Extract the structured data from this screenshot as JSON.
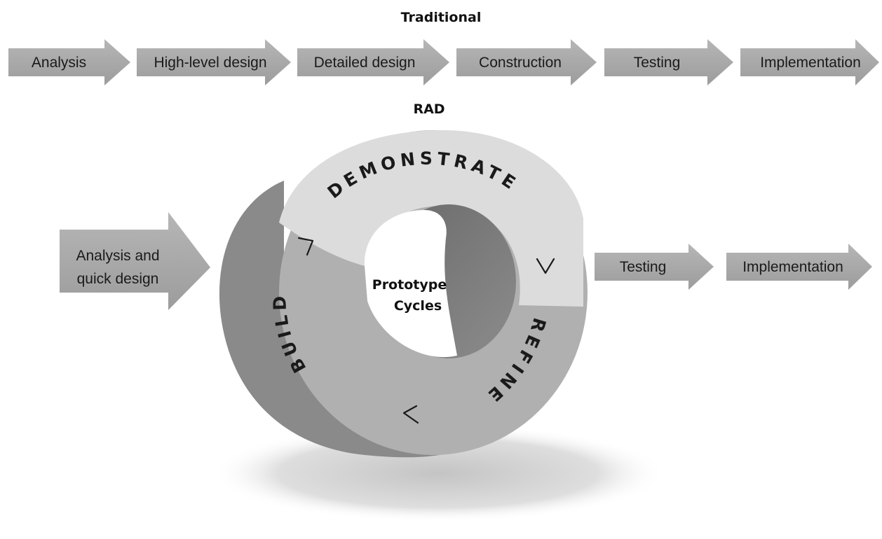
{
  "traditional": {
    "title": "Traditional",
    "steps": [
      "Analysis",
      "High-level design",
      "Detailed design",
      "Construction",
      "Testing",
      "Implementation"
    ]
  },
  "rad": {
    "title": "RAD",
    "entry_lines": [
      "Analysis and",
      "quick design"
    ],
    "cycle_center": [
      "Prototype",
      "Cycles"
    ],
    "phases": [
      "DEMONSTRATE",
      "REFINE",
      "BUILD"
    ],
    "exit_steps": [
      "Testing",
      "Implementation"
    ]
  },
  "colors": {
    "arrow_fill": "#a9a9a9",
    "arrow_shade": "#8f8f8f",
    "ring_light": "#dedede",
    "ring_mid": "#b3b3b3",
    "ring_side": "#8e8e8e",
    "ring_dark": "#777777",
    "shadow": "#cfcfcf"
  }
}
